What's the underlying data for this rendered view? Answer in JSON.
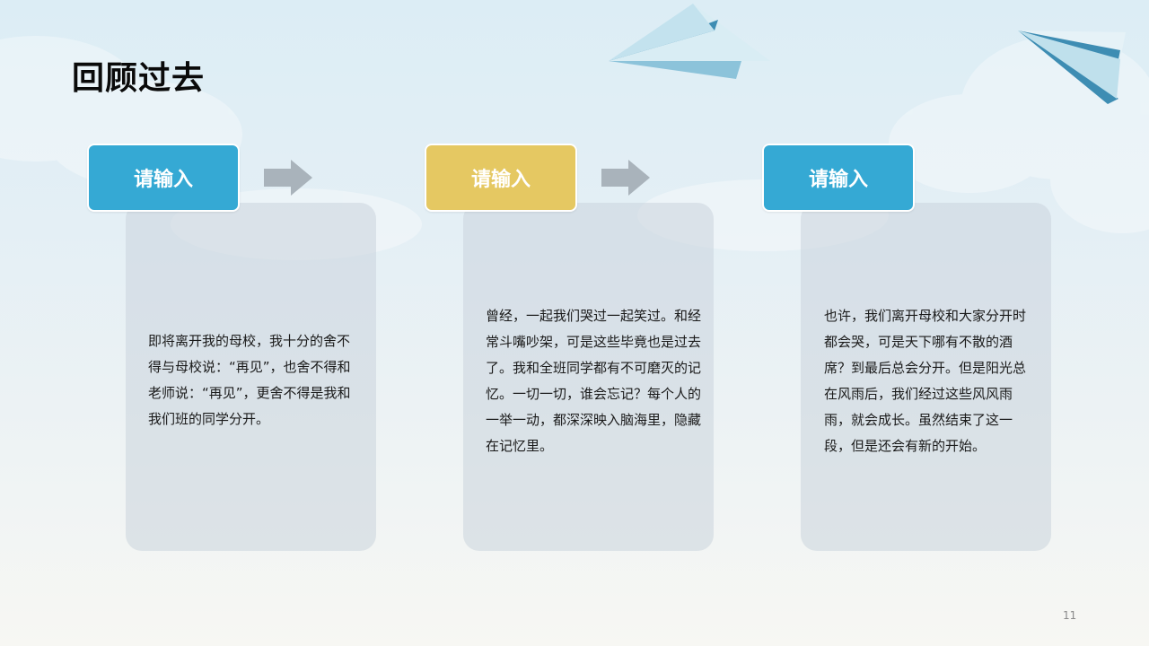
{
  "slide": {
    "title": "回顾过去",
    "page_number": "11"
  },
  "steps": [
    {
      "label": "请输入",
      "color": "#35a9d4",
      "text": "即将离开我的母校，我十分的舍不得与母校说：“再见”，也舍不得和老师说：“再见”，更舍不得是我和我们班的同学分开。"
    },
    {
      "label": "请输入",
      "color": "#e5c862",
      "text": "曾经，一起我们哭过一起笑过。和经常斗嘴吵架，可是这些毕竟也是过去了。我和全班同学都有不可磨灭的记忆。一切一切，谁会忘记？每个人的一举一动，都深深映入脑海里，隐藏在记忆里。"
    },
    {
      "label": "请输入",
      "color": "#35a9d4",
      "text": "也许，我们离开母校和大家分开时都会哭，可是天下哪有不散的酒席？到最后总会分开。但是阳光总在风雨后，我们经过这些风风雨雨，就会成长。虽然结束了这一段，但是还会有新的开始。"
    }
  ],
  "icons": {
    "arrow": "right-arrow-icon",
    "plane": "paper-plane-icon"
  },
  "colors": {
    "arrow": "#a9b3bb",
    "card": "#cbd4dc",
    "plane_dark": "#3e8db3",
    "plane_light": "#a9d6e6"
  }
}
